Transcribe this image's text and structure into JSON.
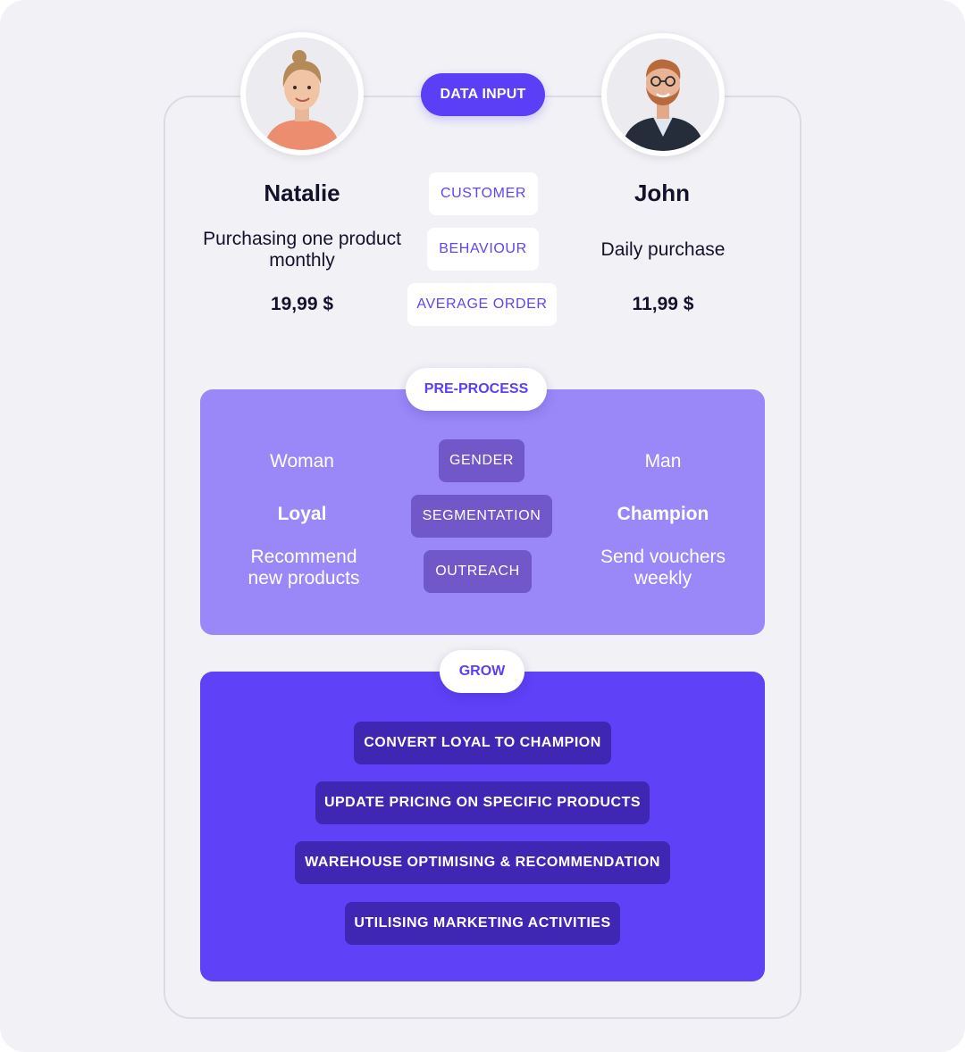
{
  "header": {
    "data_input_label": "DATA INPUT"
  },
  "people": {
    "left": {
      "name": "Natalie",
      "behaviour_line1": "Purchasing one product",
      "behaviour_line2": "monthly",
      "average_order": "19,99 $"
    },
    "right": {
      "name": "John",
      "behaviour_line1": "Daily purchase",
      "average_order": "11,99 $"
    }
  },
  "data_input_tags": {
    "customer": "CUSTOMER",
    "behaviour": "BEHAVIOUR",
    "average_order": "AVERAGE ORDER"
  },
  "pre_process": {
    "label": "PRE-PROCESS",
    "tags": {
      "gender": "GENDER",
      "segmentation": "SEGMENTATION",
      "outreach": "OUTREACH"
    },
    "left": {
      "gender": "Woman",
      "segment": "Loyal",
      "outreach_line1": "Recommend",
      "outreach_line2": "new products"
    },
    "right": {
      "gender": "Man",
      "segment": "Champion",
      "outreach_line1": "Send vouchers",
      "outreach_line2": "weekly"
    }
  },
  "grow": {
    "label": "GROW",
    "actions": [
      "CONVERT LOYAL TO CHAMPION",
      "UPDATE PRICING ON SPECIFIC PRODUCTS",
      "WAREHOUSE OPTIMISING & RECOMMENDATION",
      "UTILISING MARKETING ACTIVITIES"
    ]
  },
  "colors": {
    "accent": "#5b3ff6",
    "pre_process_panel": "#9a88f8",
    "grow_panel": "#5f41f7",
    "background": "#f1f1f6"
  },
  "icons": {
    "left_avatar": "woman-portrait-icon",
    "right_avatar": "man-portrait-icon"
  }
}
